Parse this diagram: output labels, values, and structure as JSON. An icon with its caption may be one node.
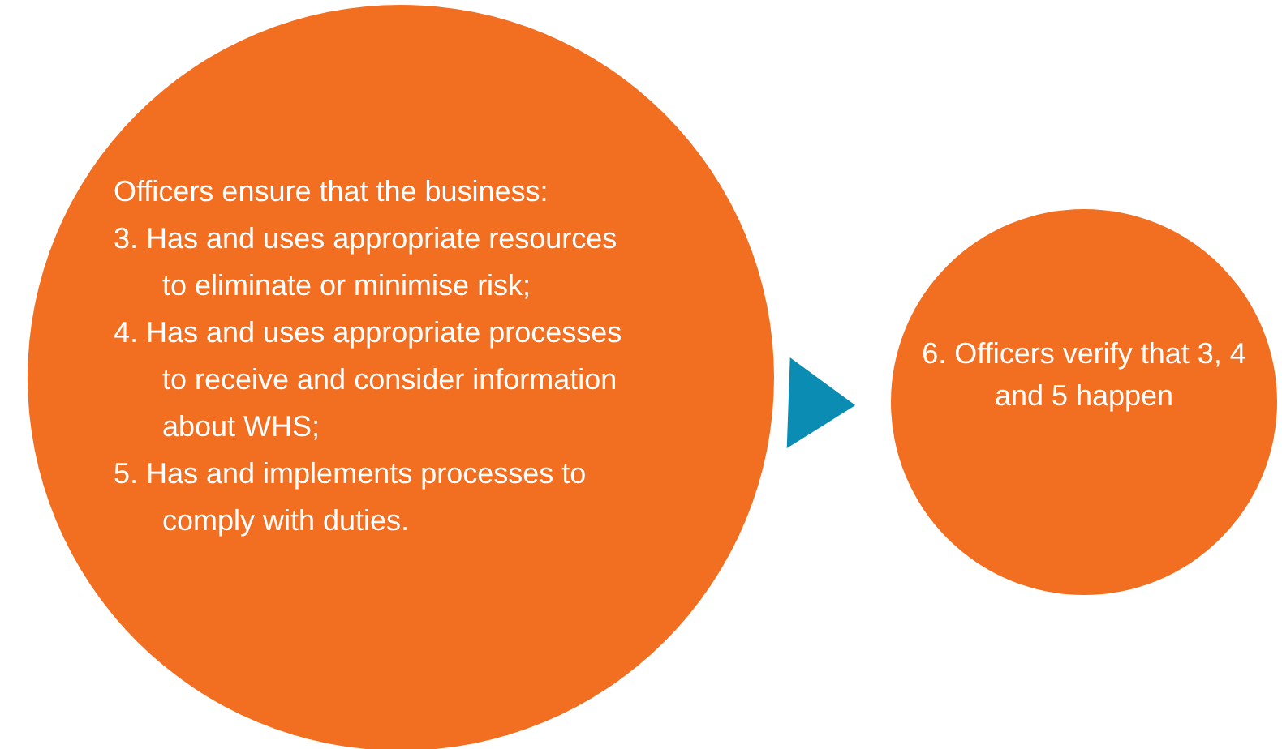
{
  "diagram": {
    "nodes": [
      {
        "text": [
          "Officers ensure that the business:",
          "3. Has and uses appropriate resources to eliminate or minimise risk;",
          "4. Has and uses appropriate processes to receive and consider information about WHS;",
          "5. Has and implements processes to comply with duties."
        ]
      },
      {
        "text": [
          "6. Officers verify that 3, 4 and 5 happen"
        ]
      }
    ],
    "edges": [
      {
        "from": 0,
        "to": 1,
        "arrow": "to"
      }
    ]
  }
}
